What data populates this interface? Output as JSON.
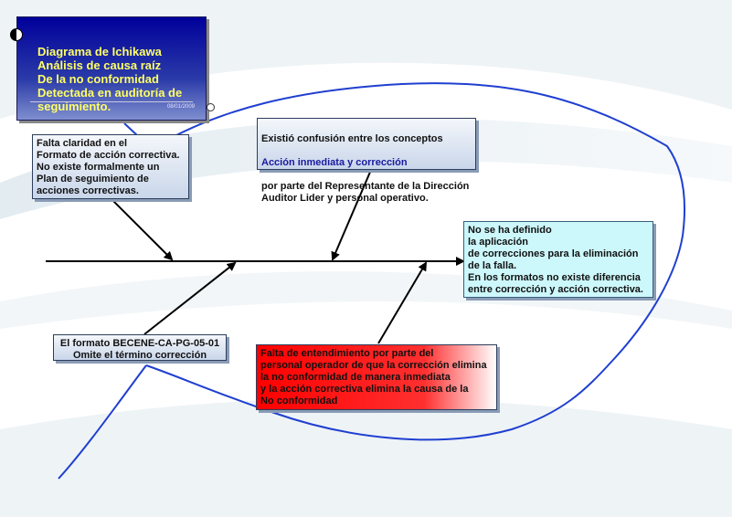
{
  "title": {
    "text": "Diagrama de Ichikawa\nAnálisis de causa raíz\nDe la no conformidad\nDetectada en auditoría de\n  seguimiento.",
    "date": "08/01/2009"
  },
  "causes": {
    "top_left": "Falta claridad en el\nFormato de acción correctiva.\nNo existe formalmente un\nPlan de seguimiento de\n acciones correctivas.",
    "top_middle": {
      "line1": "Existió confusión entre los conceptos",
      "line2": "Acción inmediata  y corrección",
      "line3": "por parte del Representante de la Dirección\n   Auditor Lider y personal operativo."
    },
    "bottom_left": "El formato BECENE-CA-PG-05-01\n Omite el término corrección",
    "bottom_right": "Falta de entendimiento por parte del\npersonal operador de que la corrección elimina\nla no conformidad de manera inmediata\n y la acción correctiva  elimina la causa de la\nNo conformidad"
  },
  "effect": "No se ha definido\n la aplicación\n de correcciones para la eliminación\nde la falla.\nEn los formatos no existe diferencia\nentre corrección y acción correctiva.",
  "colors": {
    "title_bg": "#00009a",
    "title_text": "#ffff66",
    "effect_bg": "#ccf7fb",
    "red_box": "#ff0000",
    "fish_outline": "#1f3fd0"
  }
}
